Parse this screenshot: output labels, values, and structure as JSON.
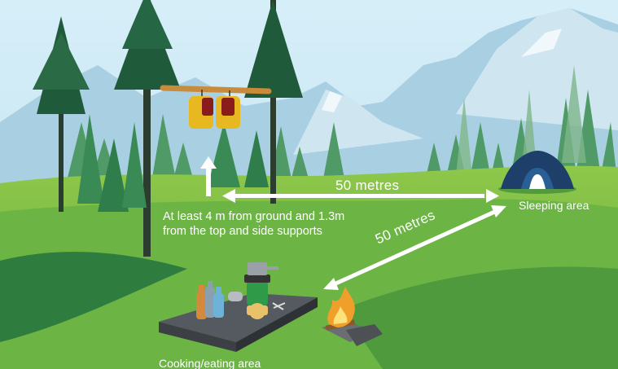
{
  "labels": {
    "distance_horizontal": "50 metres",
    "distance_diagonal": "50 metres",
    "hang_note_line1": "At least 4 m from ground and 1.3m",
    "hang_note_line2": "from the top and side supports",
    "sleeping_area": "Sleeping area",
    "cooking_area": "Cooking/eating area"
  },
  "icons": [
    "food-bags-hanging-icon",
    "tent-icon",
    "camp-stove-icon",
    "campfire-icon",
    "bottles-icon"
  ],
  "colors": {
    "sky": "#bfe3f2",
    "mountain": "#a9cfe2",
    "grass_light": "#9ccc4a",
    "grass_dark": "#2f7d3e",
    "tree_dark": "#1f5a3a",
    "tree_mid": "#3a8a55",
    "tent": "#1f3f6b",
    "bag": "#e8b820"
  }
}
